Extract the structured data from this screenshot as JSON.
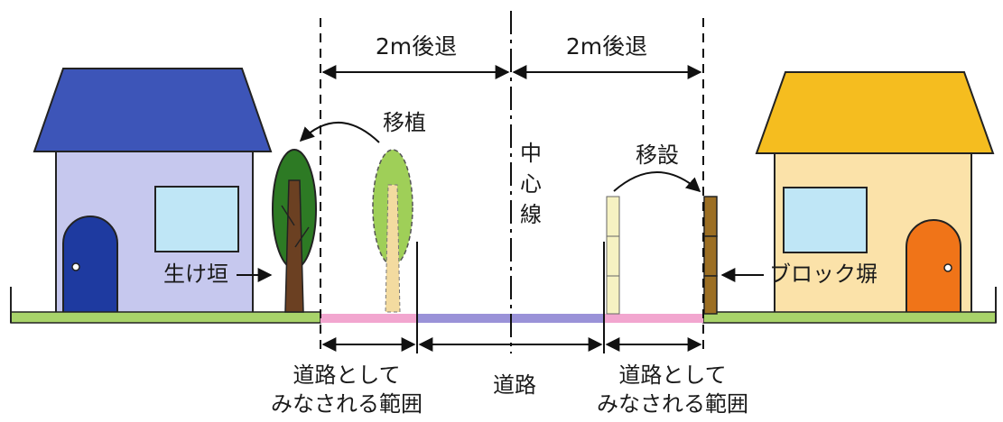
{
  "labels": {
    "setback_left": "2m後退",
    "setback_right": "2m後退",
    "transplant": "移植",
    "relocate": "移設",
    "center_line_chars": [
      "中",
      "心",
      "線"
    ],
    "hedge": "生け垣",
    "block_wall": "ブロック塀",
    "deemed_road_left": [
      "道路として",
      "みなされる範囲"
    ],
    "road": "道路",
    "deemed_road_right": [
      "道路として",
      "みなされる範囲"
    ]
  },
  "colors": {
    "house_left_roof": "#3d55b8",
    "house_left_wall": "#c6c8ee",
    "house_left_door": "#1e3aa0",
    "house_right_roof": "#f5bd1f",
    "house_right_wall": "#fbe2a9",
    "house_right_door": "#f07418",
    "window": "#bfe6f6",
    "ground": "#a8d36a",
    "deemed_road_strip": "#f2a6cf",
    "road_strip": "#9a92d8",
    "tree_existing": "#2d7a24",
    "tree_planned": "#9fcf58",
    "trunk_existing": "#6b4022",
    "trunk_planned": "#f3dba0",
    "wall_existing": "#9c6f24",
    "wall_planned": "#f6f2c2"
  }
}
